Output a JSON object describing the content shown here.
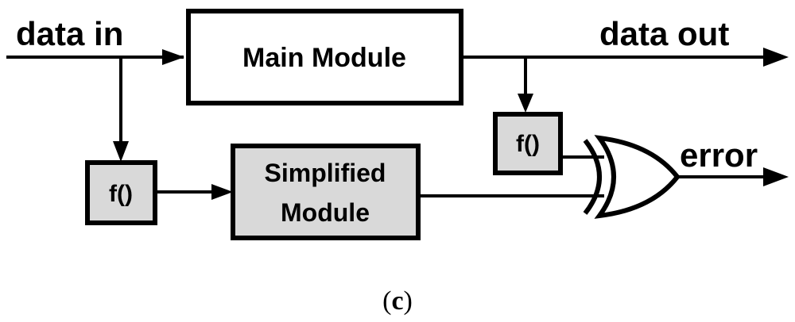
{
  "diagram": {
    "input_label": "data in",
    "output_label": "data out",
    "error_label": "error",
    "main_module": "Main Module",
    "simplified_module": [
      "Simplified",
      "Module"
    ],
    "function_left": "f()",
    "function_right": "f()"
  },
  "caption": {
    "open_paren": "(",
    "letter": "c",
    "close_paren": ")"
  },
  "colors": {
    "stroke": "#000000",
    "module_fill": "#ffffff",
    "shaded_fill": "#d9d9d9"
  }
}
